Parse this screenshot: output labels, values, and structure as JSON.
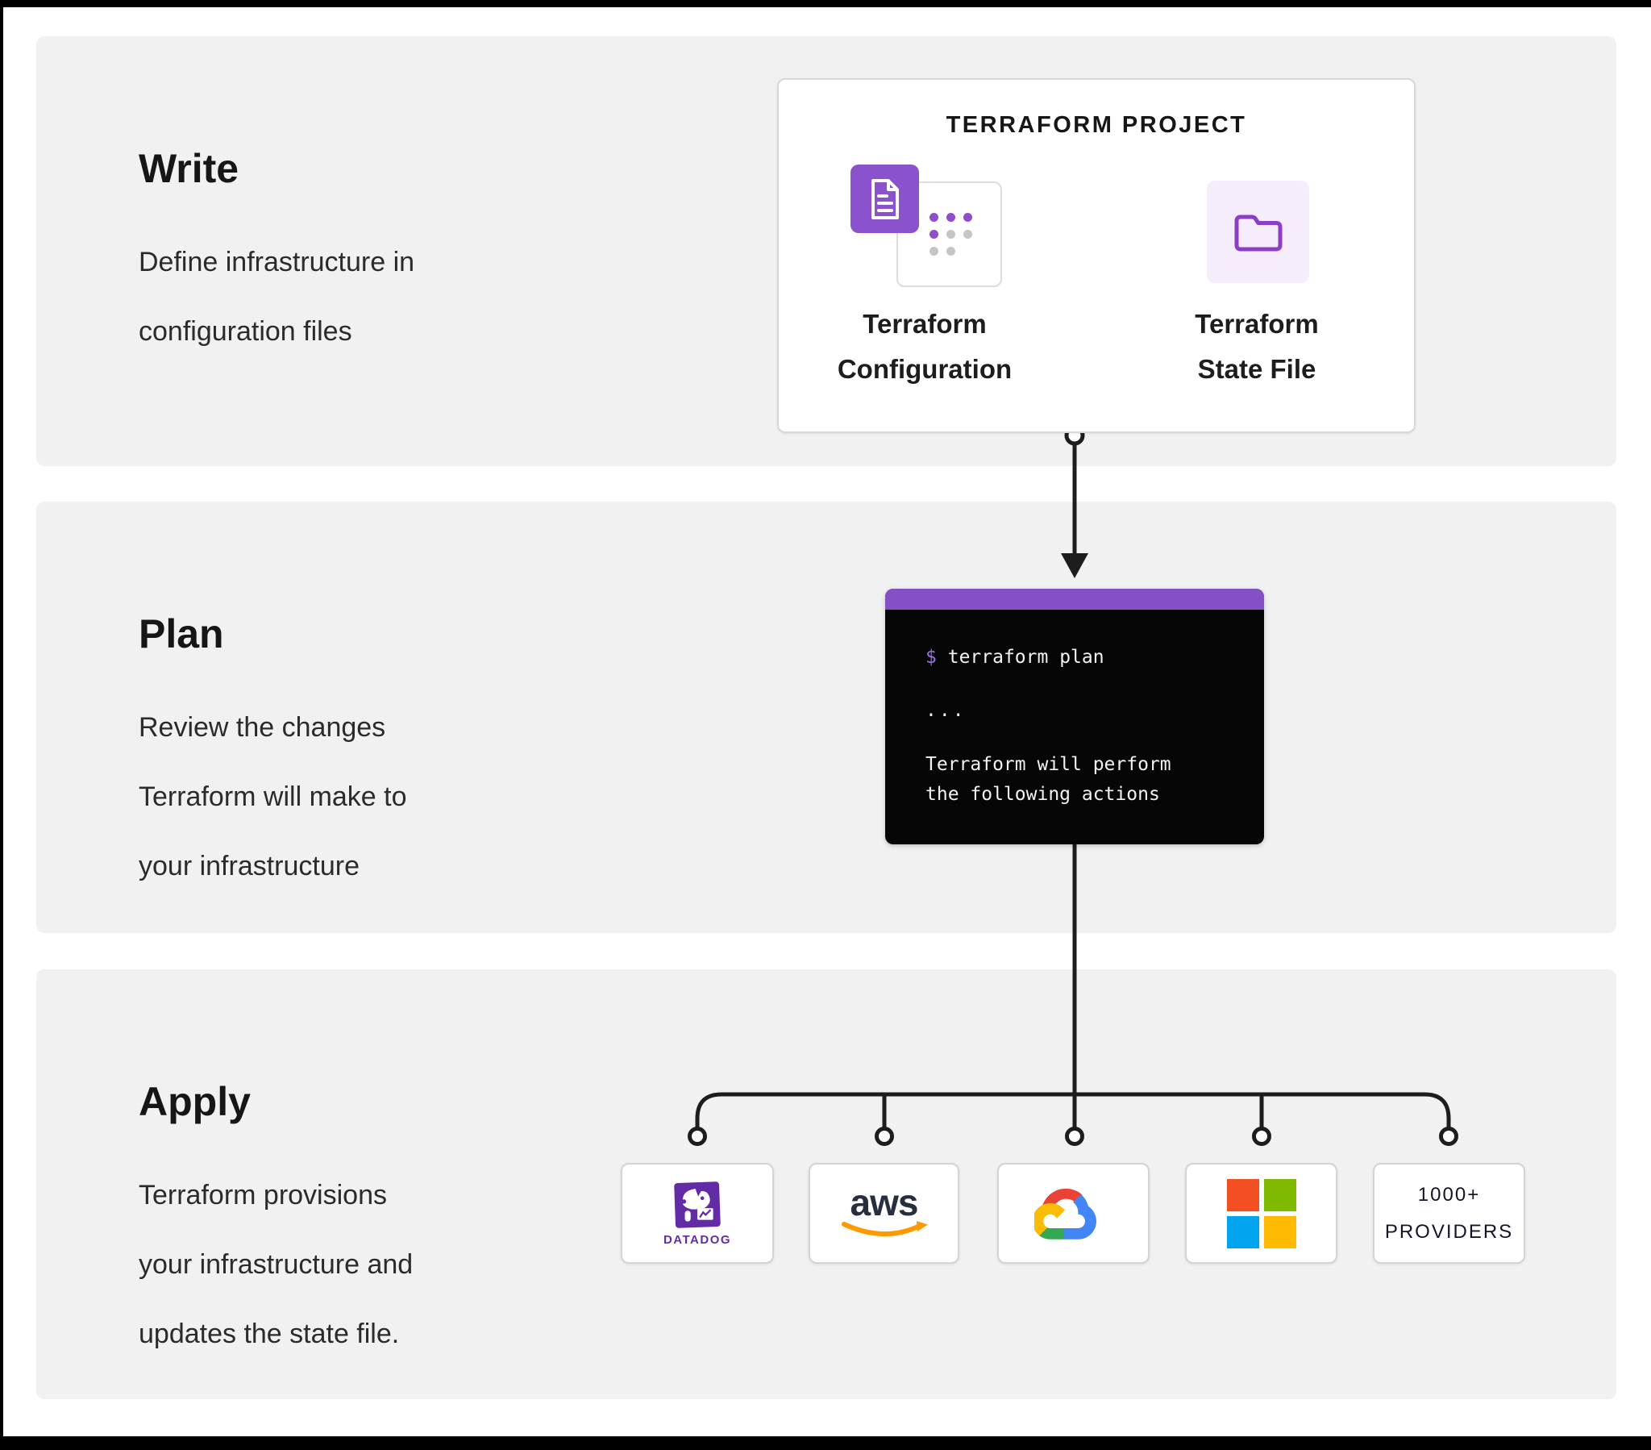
{
  "colors": {
    "accent_purple": "#8450C6",
    "icon_purple": "#8A52CC",
    "light_purple_bg": "#F5EDFB",
    "panel_gray": "#F1F1F1",
    "terminal_bg": "#060606",
    "connector_dark": "#1D1D1D",
    "datadog_purple": "#632CA6",
    "aws_navy": "#252F3E",
    "aws_orange": "#FF9900",
    "microsoft_red": "#F25022",
    "microsoft_green": "#7FBA00",
    "microsoft_blue": "#00A4EF",
    "microsoft_yellow": "#FFB900",
    "gcp_red": "#EA4335",
    "gcp_blue": "#4285F4",
    "gcp_green": "#34A853",
    "gcp_yellow": "#FBBC05"
  },
  "sections": {
    "write": {
      "heading": "Write",
      "description": "Define infrastructure in\nconfiguration files"
    },
    "plan": {
      "heading": "Plan",
      "description": "Review the changes\nTerraform will make to\nyour infrastructure"
    },
    "apply": {
      "heading": "Apply",
      "description": "Terraform provisions\nyour infrastructure and\nupdates the state file."
    }
  },
  "project_card": {
    "title": "TERRAFORM PROJECT",
    "configuration_label": "Terraform\nConfiguration",
    "state_file_label": "Terraform\nState File"
  },
  "terminal": {
    "prompt": "$",
    "command": "terraform plan",
    "ellipsis": "...",
    "output": "Terraform will perform\nthe following actions"
  },
  "providers": {
    "datadog": {
      "name": "Datadog",
      "wordmark": "DATADOG"
    },
    "aws": {
      "name": "AWS",
      "wordmark": "aws"
    },
    "google_cloud": {
      "name": "Google Cloud"
    },
    "microsoft": {
      "name": "Microsoft"
    },
    "more": {
      "name": "1000+ Providers",
      "label": "1000+\nPROVIDERS"
    }
  }
}
